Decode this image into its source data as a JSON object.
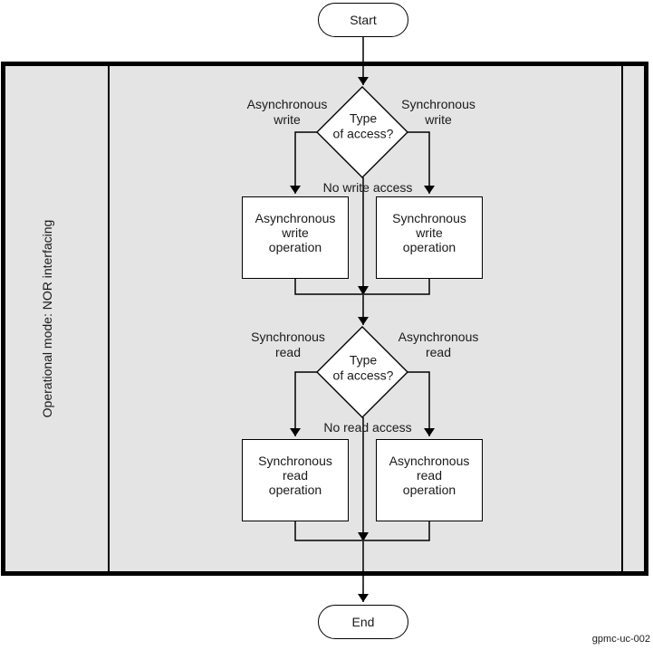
{
  "diagram": {
    "lane_label": "Operational mode: NOR interfacing",
    "figure_code": "gpmc-uc-002",
    "nodes": {
      "start": "Start",
      "end": "End"
    },
    "write_section": {
      "decision": "Type\nof access?",
      "left_branch": "Asynchronous\nwrite",
      "right_branch": "Synchronous\nwrite",
      "down_branch": "No write access",
      "left_box": "Asynchronous\nwrite\noperation",
      "right_box": "Synchronous\nwrite\noperation"
    },
    "read_section": {
      "decision": "Type\nof access?",
      "left_branch": "Synchronous\nread",
      "right_branch": "Asynchronous\nread",
      "down_branch": "No read access",
      "left_box": "Synchronous\nread\noperation",
      "right_box": "Asynchronous\nread\noperation"
    },
    "colors": {
      "lane_fill": "#e4e4e4",
      "stroke": "#000000",
      "node_fill": "#ffffff"
    }
  }
}
